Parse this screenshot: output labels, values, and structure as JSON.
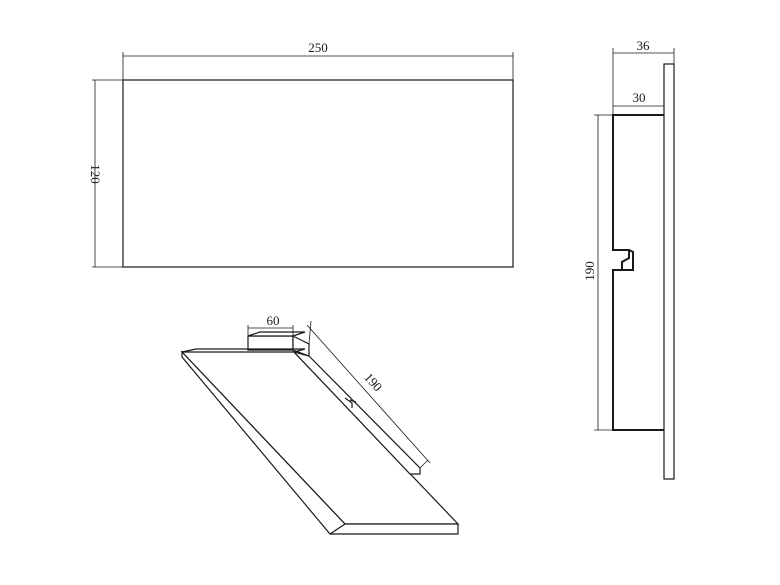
{
  "front_view": {
    "width_label": "250",
    "height_label": "120"
  },
  "side_view": {
    "depth_label": "36",
    "bracket_depth_label": "30",
    "height_label": "190"
  },
  "iso_view": {
    "bracket_width_label": "60",
    "bracket_length_label": "190"
  }
}
